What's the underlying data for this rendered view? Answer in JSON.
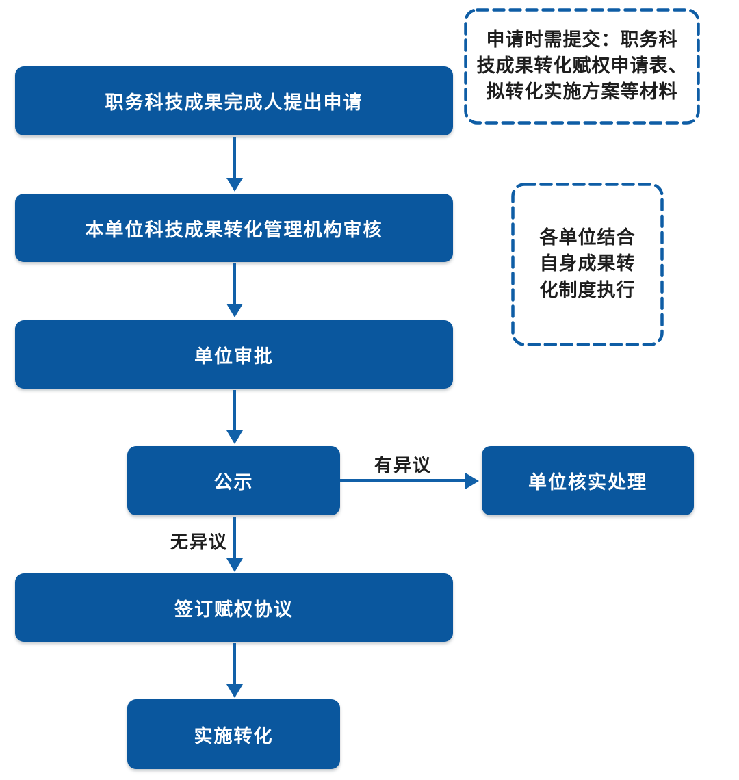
{
  "colors": {
    "box_fill": "#0A579E",
    "box_text": "#FFFFFF",
    "arrow": "#1160A8",
    "dashed_border": "#0E5DA5",
    "note_text": "#1E1E1E",
    "background": "#FFFFFF"
  },
  "flow": {
    "steps": [
      {
        "label": "职务科技成果完成人提出申请"
      },
      {
        "label": "本单位科技成果转化管理机构审核"
      },
      {
        "label": "单位审批"
      },
      {
        "label": "公示"
      },
      {
        "label": "单位核实处理"
      },
      {
        "label": "签订赋权协议"
      },
      {
        "label": "实施转化"
      }
    ],
    "branch_labels": {
      "objection": "有异议",
      "no_objection": "无异议"
    }
  },
  "notes": [
    {
      "text": "申请时需提交：职务科\n技成果转化赋权申请表、\n拟转化实施方案等材料"
    },
    {
      "text": "各单位结合\n自身成果转\n化制度执行"
    }
  ]
}
